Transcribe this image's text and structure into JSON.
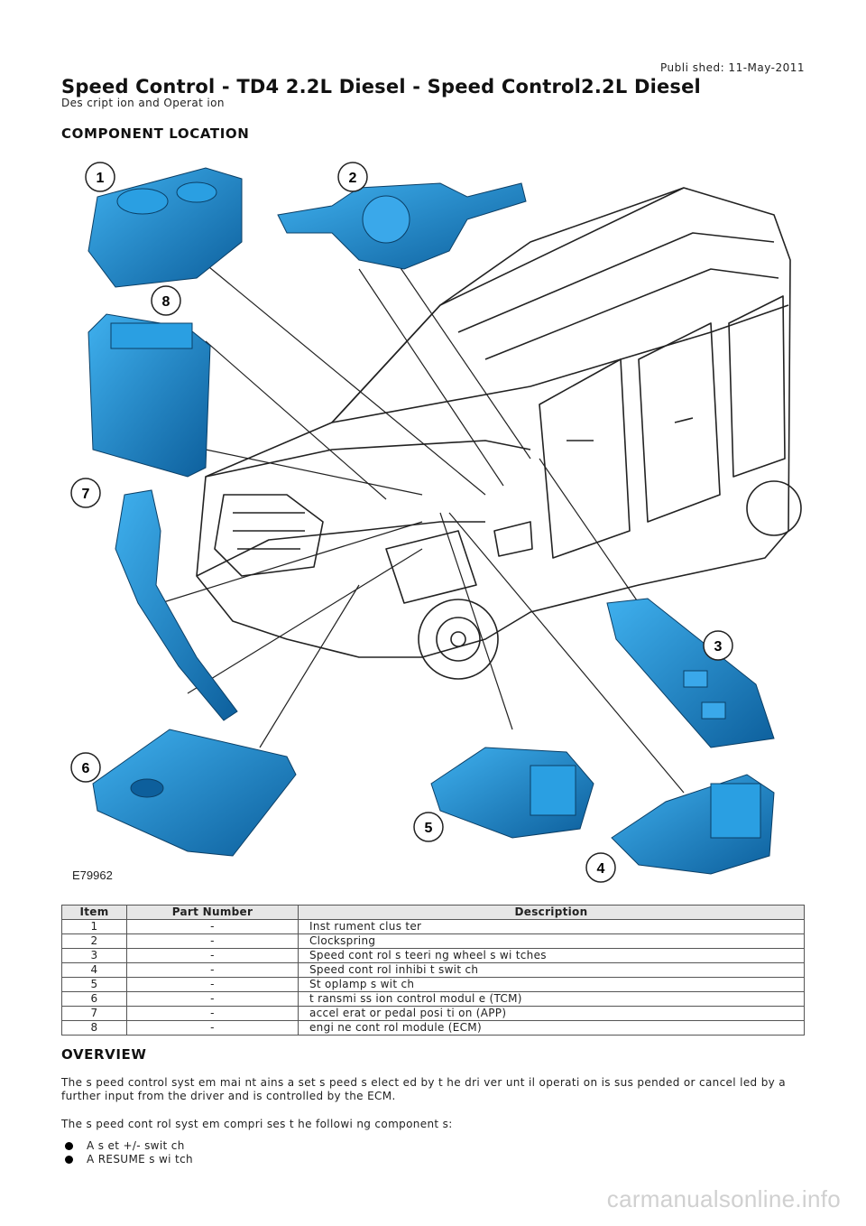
{
  "header": {
    "published": "Publi shed: 11-May-2011",
    "title": "Speed Control - TD4 2.2L Diesel - Speed Control2.2L Diesel",
    "subtitle": "Des cript ion and Operat ion"
  },
  "sections": {
    "component_location": "COMPONENT LOCATION",
    "overview": "OVERVIEW"
  },
  "figure": {
    "id": "E79962",
    "callouts": [
      "1",
      "2",
      "3",
      "4",
      "5",
      "6",
      "7",
      "8"
    ],
    "colors": {
      "component": "#1e8fd6",
      "component_dark": "#0d5f9c",
      "line": "#222222"
    }
  },
  "table": {
    "headers": [
      "Item",
      "Part Number",
      "Description"
    ],
    "rows": [
      [
        "1",
        "-",
        "Inst rument clus ter"
      ],
      [
        "2",
        "-",
        "Clockspring"
      ],
      [
        "3",
        "-",
        "Speed cont rol s teeri ng wheel s wi tches"
      ],
      [
        "4",
        "-",
        "Speed cont rol inhibi t swit ch"
      ],
      [
        "5",
        "-",
        "St oplamp s wit ch"
      ],
      [
        "6",
        "-",
        "t ransmi ss ion control modul e (TCM)"
      ],
      [
        "7",
        "-",
        "accel erat or pedal posi ti on (APP)"
      ],
      [
        "8",
        "-",
        "engi ne cont rol module (ECM)"
      ]
    ]
  },
  "overview": {
    "p1_line1": "The s peed control syst em mai nt ains a set s peed s elect ed by t he dri ver unt il operati on is sus pended or cancel led by a",
    "p1_line2": "further input from the driver and is controlled by the ECM.",
    "p2": "The s peed cont rol syst em compri ses t he followi ng component s:",
    "bullets": [
      "A s et +/- swit ch",
      "A RESUME s wi tch"
    ]
  },
  "watermark": "carmanualsonline.info"
}
